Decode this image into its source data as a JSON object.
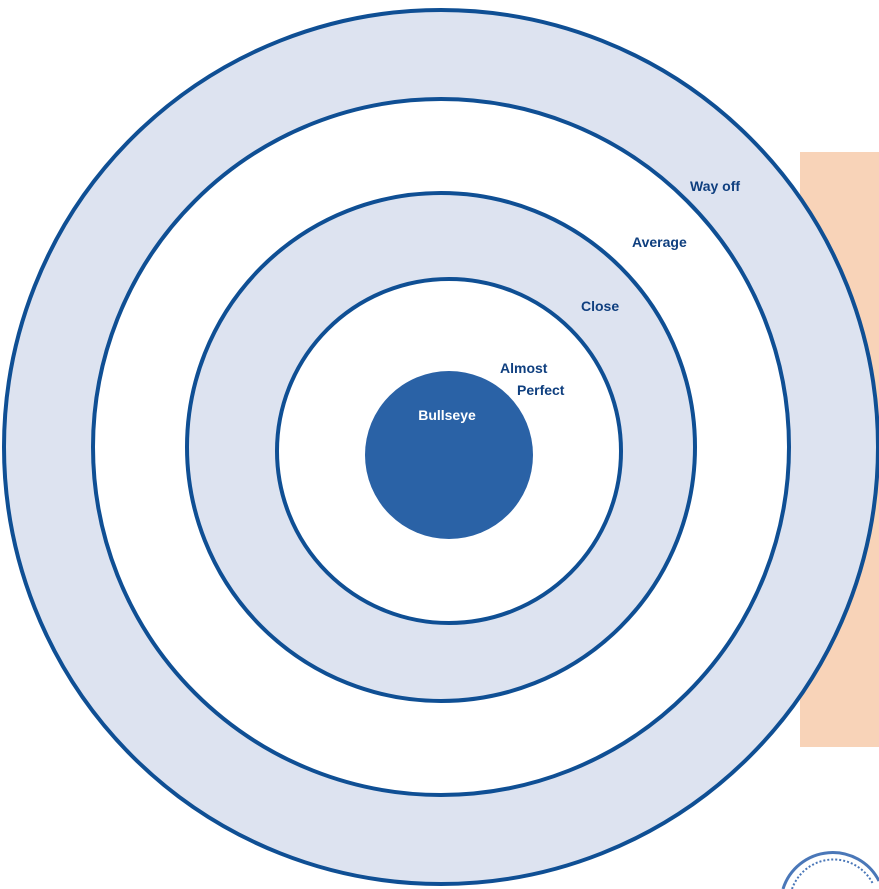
{
  "target": {
    "rings": [
      {
        "label_lines": [
          "Way off"
        ],
        "fill": "#dde3f0"
      },
      {
        "label_lines": [
          "Average"
        ],
        "fill": "#ffffff"
      },
      {
        "label_lines": [
          "Close"
        ],
        "fill": "#dde3f0"
      },
      {
        "label_lines": [
          "Almost",
          "Perfect"
        ],
        "fill": "#ffffff"
      }
    ],
    "bullseye": {
      "label": "Bullseye",
      "fill": "#2a62a6"
    }
  },
  "colors": {
    "stroke": "#0f4f94",
    "text": "#0f3f7f",
    "bullseye_text": "#ffffff",
    "backdrop": "#f8d3b8",
    "badge": "#4a77b8"
  }
}
